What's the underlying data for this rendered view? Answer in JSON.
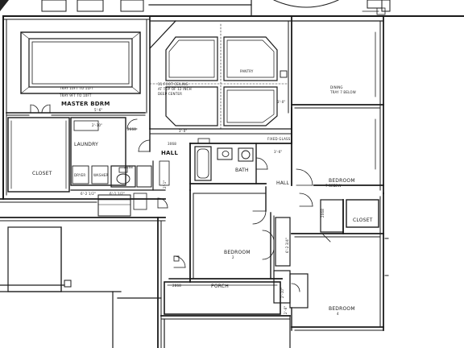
{
  "rooms": {
    "master": "MASTER BDRM",
    "closet_master": "CLOSET",
    "laundry": "LAUNDRY",
    "dryer": "DRYER",
    "washer": "WASHER",
    "hall_main": "HALL",
    "bath": "BATH",
    "hall_east": "HALL",
    "bedroom_center": "BEDROOM",
    "bedroom_east": "BEDROOM",
    "closet_east": "CLOSET",
    "bedroom_south": "BEDROOM",
    "porch": "PORCH",
    "pantry": "PANTRY",
    "family": "DINING",
    "bdrm_num": "2",
    "bdrm_num2": "3",
    "bdrm_num3": "4"
  },
  "notes": {
    "tray1": "TRAY 10FT TO 11FT",
    "tray2": "TRAY 9FT TO 10FT",
    "ceiling": "11 FOOT CEILING",
    "ceiling2": "AT TOP OF 12 INCH",
    "ceiling3": "DEEP CENTER",
    "tray_e": "TRAY 7 BELOW",
    "tray_c": "7 BELOW",
    "fixed_glass": "FIXED GLASS",
    "dimensions": {
      "d_5_6": "5'-6\"",
      "d_3_0": "3'-0\"",
      "d_3_0b": "3'-0\"",
      "d_6_2": "6'-2 1/2\"",
      "d_6_1": "6'-1 1/2\"",
      "d_2_10": "2'-10\"",
      "d_6_2b": "6'-2 3/4\"",
      "d_2_10b": "2'-10\"",
      "d_2_6": "2'-6\"",
      "d_3_6": "3'-6\"",
      "d_2_1": "2'-1\""
    },
    "codes": {
      "c2668": "2668",
      "c2468": "2468",
      "c3068": "3068",
      "c2868": "2868",
      "c2068": "2068"
    }
  }
}
